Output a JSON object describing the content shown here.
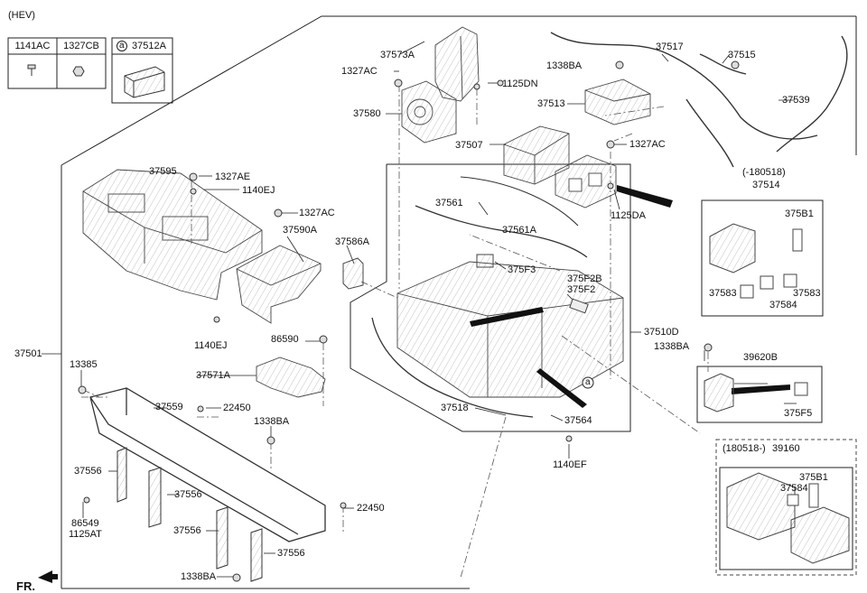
{
  "header": {
    "variant": "(HEV)",
    "front_marker": "FR."
  },
  "legend_table": {
    "col1": "1141AC",
    "col2": "1327CB",
    "col3_mark": "a",
    "col3": "37512A"
  },
  "parts": {
    "p37573A": "37573A",
    "p1327AC_a": "1327AC",
    "p1125DN": "1125DN",
    "p37580": "37580",
    "p1338BA_a": "1338BA",
    "p37517": "37517",
    "p37515": "37515",
    "p37513": "37513",
    "p37539": "37539",
    "p37507": "37507",
    "p1327AC_b": "1327AC",
    "p180518a": "(-180518)",
    "p37514": "37514",
    "p1125DA": "1125DA",
    "p37595": "37595",
    "p1327AE": "1327AE",
    "p1140EJ_a": "1140EJ",
    "p1327AC_c": "1327AC",
    "p37590A": "37590A",
    "p37561": "37561",
    "p37561A": "37561A",
    "p37586A": "37586A",
    "p375F3": "375F3",
    "p375F2B": "375F2B",
    "p375F2": "375F2",
    "p375B1_a": "375B1",
    "p37583_a": "37583",
    "p37583_b": "37583",
    "p37584_a": "37584",
    "p37510D": "37510D",
    "p1338BA_b": "1338BA",
    "p37501": "37501",
    "p1140EJ_b": "1140EJ",
    "p86590": "86590",
    "p13385": "13385",
    "p37571A": "37571A",
    "p37559": "37559",
    "p22450_a": "22450",
    "p1338BA_c": "1338BA",
    "p39620B": "39620B",
    "p375F5": "375F5",
    "p37518": "37518",
    "p37564": "37564",
    "p1140EF": "1140EF",
    "p37556_a": "37556",
    "p37556_b": "37556",
    "p37556_c": "37556",
    "p37556_d": "37556",
    "p86549": "86549",
    "p1125AT": "1125AT",
    "p22450_b": "22450",
    "p1338BA_d": "1338BA",
    "p180518b": "(180518-)",
    "p39160": "39160",
    "p375B1_b": "375B1",
    "p37584_b": "37584",
    "circ_a": "a"
  }
}
